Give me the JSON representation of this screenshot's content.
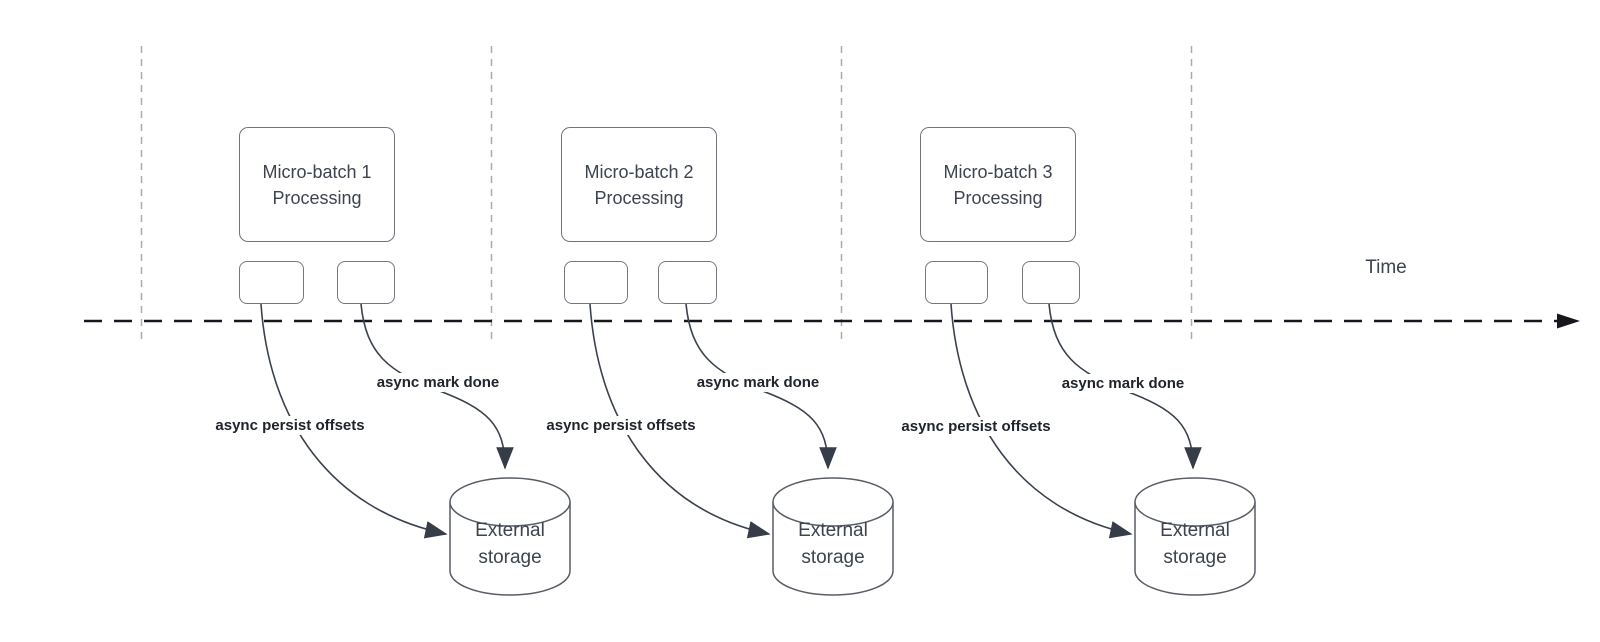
{
  "colors": {
    "flow_line": "#3a414d",
    "timeline": "#16181d",
    "guide_line": "#ababab",
    "box_border": "#70757c",
    "text": "#3d444f",
    "label_text": "#20242c"
  },
  "timeline": {
    "label": "Time"
  },
  "batches": [
    {
      "title_line1": "Micro-batch 1",
      "title_line2": "Processing",
      "persist_label": "async persist offsets",
      "mark_done_label": "async mark done",
      "storage_line1": "External",
      "storage_line2": "storage"
    },
    {
      "title_line1": "Micro-batch 2",
      "title_line2": "Processing",
      "persist_label": "async persist offsets",
      "mark_done_label": "async mark done",
      "storage_line1": "External",
      "storage_line2": "storage"
    },
    {
      "title_line1": "Micro-batch 3",
      "title_line2": "Processing",
      "persist_label": "async persist offsets",
      "mark_done_label": "async mark done",
      "storage_line1": "External",
      "storage_line2": "storage"
    }
  ]
}
